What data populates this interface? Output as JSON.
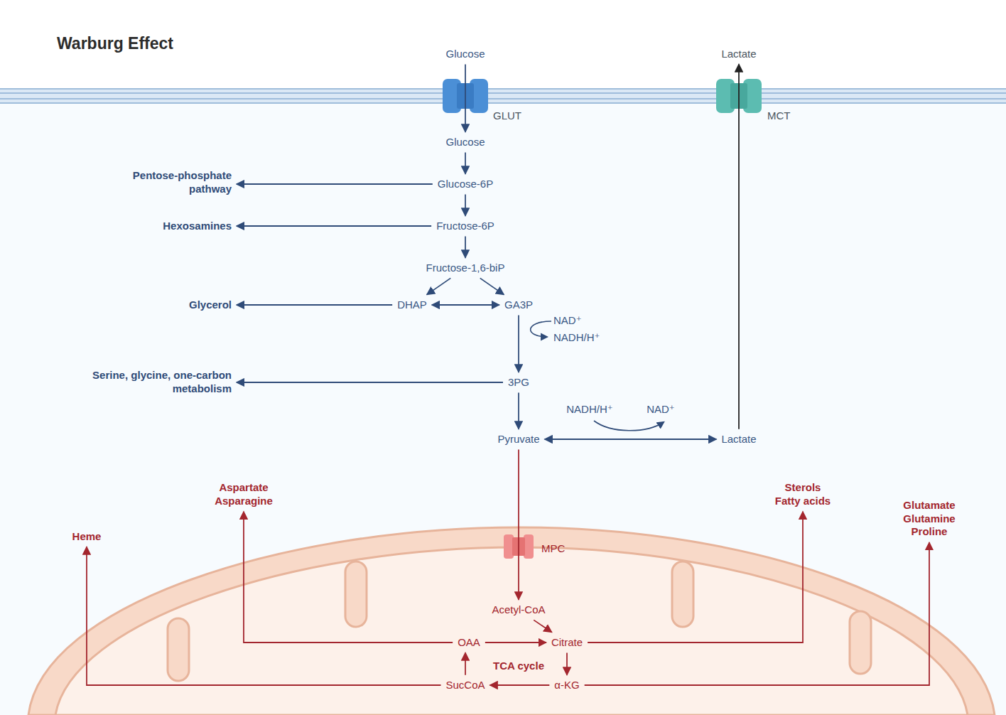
{
  "diagram": {
    "title": "Warburg Effect",
    "nodes": [
      {
        "text": [
          "Glucose"
        ]
      },
      {
        "text": [
          "Lactate"
        ]
      },
      {
        "text": [
          "Glucose"
        ]
      },
      {
        "text": [
          "Pentose-phosphate pathway"
        ]
      },
      {
        "text": [
          "Glucose-6P"
        ]
      },
      {
        "text": [
          "Hexosamines"
        ]
      },
      {
        "text": [
          "Fructose-6P"
        ]
      },
      {
        "text": [
          "Fructose-1,6-biP"
        ]
      },
      {
        "text": [
          "Glycerol"
        ]
      },
      {
        "text": [
          "DHAP"
        ]
      },
      {
        "text": [
          "GA3P"
        ]
      },
      {
        "text": [
          "Serine, glycine, one-carbon metabolism"
        ]
      },
      {
        "text": [
          "3PG"
        ]
      },
      {
        "text": [
          "Pyruvate"
        ]
      },
      {
        "text": [
          "Lactate"
        ]
      },
      {
        "text": [
          "Aspartate",
          "Asparagine"
        ]
      },
      {
        "text": [
          "Heme"
        ]
      },
      {
        "text": [
          "Sterols",
          "Fatty acids"
        ]
      },
      {
        "text": [
          "Glutamate",
          "Glutamine",
          "Proline"
        ]
      },
      {
        "text": [
          "Acetyl-CoA"
        ]
      },
      {
        "text": [
          "Citrate"
        ]
      },
      {
        "text": [
          "α-KG"
        ]
      },
      {
        "text": [
          "SucCoA"
        ]
      },
      {
        "text": [
          "OAA"
        ]
      }
    ],
    "edges": [
      {
        "from": 0,
        "to": 2,
        "arrow": "to"
      },
      {
        "from": 2,
        "to": 4,
        "arrow": "to"
      },
      {
        "from": 4,
        "to": 3,
        "arrow": "to"
      },
      {
        "from": 4,
        "to": 6,
        "arrow": "to"
      },
      {
        "from": 6,
        "to": 5,
        "arrow": "to"
      },
      {
        "from": 6,
        "to": 7,
        "arrow": "to"
      },
      {
        "from": 7,
        "to": 9,
        "arrow": "to"
      },
      {
        "from": 7,
        "to": 10,
        "arrow": "to"
      },
      {
        "from": 9,
        "to": 10,
        "arrow": "both"
      },
      {
        "from": 9,
        "to": 8,
        "arrow": "to"
      },
      {
        "from": 10,
        "to": 12,
        "arrow": "to"
      },
      {
        "from": 12,
        "to": 11,
        "arrow": "to"
      },
      {
        "from": 12,
        "to": 13,
        "arrow": "to"
      },
      {
        "from": 13,
        "to": 14,
        "arrow": "both"
      },
      {
        "from": 14,
        "to": 1,
        "arrow": "to"
      },
      {
        "from": 13,
        "to": 19,
        "arrow": "to"
      },
      {
        "from": 19,
        "to": 20,
        "arrow": "to"
      },
      {
        "from": 20,
        "to": 21,
        "arrow": "to"
      },
      {
        "from": 21,
        "to": 22,
        "arrow": "to"
      },
      {
        "from": 22,
        "to": 23,
        "arrow": "to"
      },
      {
        "from": 23,
        "to": 20,
        "arrow": "to"
      },
      {
        "from": 23,
        "to": 15,
        "arrow": "to"
      },
      {
        "from": 22,
        "to": 16,
        "arrow": "to"
      },
      {
        "from": 20,
        "to": 17,
        "arrow": "to"
      },
      {
        "from": 21,
        "to": 18,
        "arrow": "to"
      }
    ],
    "labels": [
      "GLUT",
      "MCT",
      "NAD⁺",
      "NADH/H⁺",
      "NADH/H⁺",
      "NAD⁺",
      "MPC",
      "TCA cycle"
    ]
  }
}
